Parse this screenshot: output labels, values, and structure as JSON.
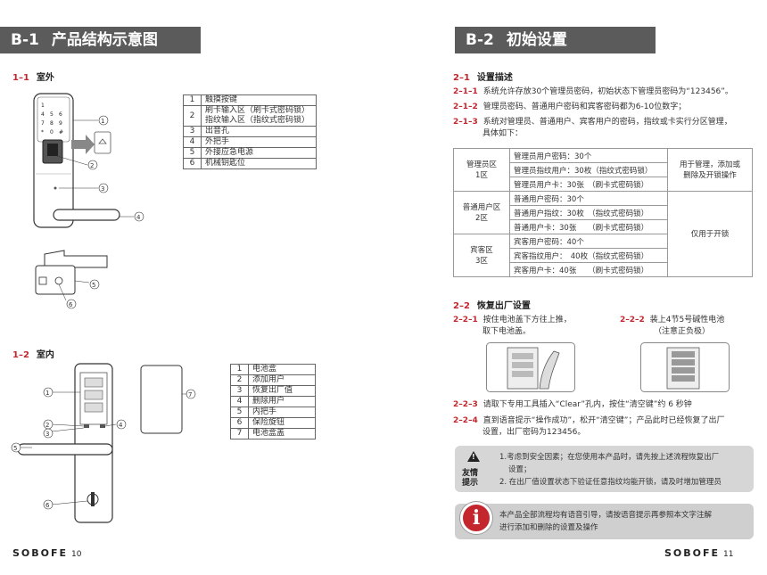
{
  "left": {
    "header": {
      "num": "B-1",
      "title": "产品结构示意图"
    },
    "sec1": {
      "num": "1–1",
      "title": "室外"
    },
    "sec2": {
      "num": "1–2",
      "title": "室内"
    },
    "keypad": [
      "1",
      "4",
      "5",
      "6",
      "7",
      "8",
      "9",
      "*",
      "0",
      "#"
    ],
    "outdoor_parts": [
      {
        "n": "1",
        "label": "触摸按键"
      },
      {
        "n": "2",
        "label": "刷卡输入区（刷卡式密码锁）",
        "label2": "指纹输入区（指纹式密码锁）"
      },
      {
        "n": "3",
        "label": "出音孔"
      },
      {
        "n": "4",
        "label": "外把手"
      },
      {
        "n": "5",
        "label": "外接应急电源"
      },
      {
        "n": "6",
        "label": "机械钥匙位"
      }
    ],
    "indoor_parts": [
      {
        "n": "1",
        "label": "电池盒"
      },
      {
        "n": "2",
        "label": "添加用户"
      },
      {
        "n": "3",
        "label": "恢复出厂值"
      },
      {
        "n": "4",
        "label": "删除用户"
      },
      {
        "n": "5",
        "label": "内把手"
      },
      {
        "n": "6",
        "label": "保险旋钮"
      },
      {
        "n": "7",
        "label": "电池盒盖"
      }
    ],
    "callout_nums": [
      "①",
      "②",
      "③",
      "④",
      "⑤",
      "⑥",
      "⑦"
    ],
    "footer": {
      "brand": "SOBOFE",
      "page": "10"
    }
  },
  "right": {
    "header": {
      "num": "B-2",
      "title": "初始设置"
    },
    "s21": {
      "num": "2–1",
      "title": "设置描述"
    },
    "p211": {
      "num": "2–1–1",
      "text": "系统允许存放30个管理员密码，初始状态下管理员密码为“123456”。"
    },
    "p212": {
      "num": "2–1–2",
      "text": "管理员密码、普通用户密码和宾客密码都为6-10位数字；"
    },
    "p213": {
      "num": "2–1–3",
      "text": "系统对管理员、普通用户、宾客用户的密码，指纹或卡实行分区管理，",
      "text2": "具体如下："
    },
    "zones": [
      {
        "zone": "管理员区",
        "zone2": "1区",
        "rows": [
          "管理员用户密码：30个",
          "管理员指纹用户：30枚（指纹式密码锁）",
          "管理员用户卡：30张　（刷卡式密码锁）"
        ],
        "desc": "用于管理，添加或",
        "desc2": "删除及开锁操作"
      },
      {
        "zone": "普通用户区",
        "zone2": "2区",
        "rows": [
          "普通用户密码：30个",
          "普通用户指纹：30枚　（指纹式密码锁）",
          "普通用户卡：30张　　（刷卡式密码锁）"
        ]
      },
      {
        "zone": "宾客区",
        "zone2": "3区",
        "rows": [
          "宾客用户密码：40个",
          "宾客指纹用户：　40枚（指纹式密码锁）",
          "宾客用户卡：40张　　（刷卡式密码锁）"
        ]
      }
    ],
    "shared_desc": "仅用于开锁",
    "s22": {
      "num": "2–2",
      "title": "恢复出厂设置"
    },
    "p221": {
      "num": "2–2–1",
      "text": "按住电池盖下方往上推，",
      "text2": "取下电池盖。"
    },
    "p222": {
      "num": "2–2–2",
      "text": "装上4节5号碱性电池",
      "text2": "（注意正负极）"
    },
    "p223": {
      "num": "2–2–3",
      "text": "请取下专用工具插入“Clear”孔内，按住“清空键”约 6 秒钟"
    },
    "p224": {
      "num": "2–2–4",
      "text": "直到语音提示“操作成功”，松开“清空键”；产品此时已经恢复了出厂",
      "text2": "设置，出厂密码为123456。"
    },
    "tip": {
      "label": "友情",
      "label2": "提示",
      "line1": "1.考虑到安全因素；在您使用本产品时，请先按上述流程恢复出厂",
      "line1b": "设置；",
      "line2": "2. 在出厂值设置状态下验证任意指纹均能开锁，请及时增加管理员"
    },
    "info": {
      "icon": "i",
      "line1": "本产品全部流程均有语音引导，请按语音提示再参照本文字注解",
      "line2": "进行添加和删除的设置及操作"
    },
    "footer": {
      "brand": "SOBOFE",
      "page": "11"
    }
  }
}
